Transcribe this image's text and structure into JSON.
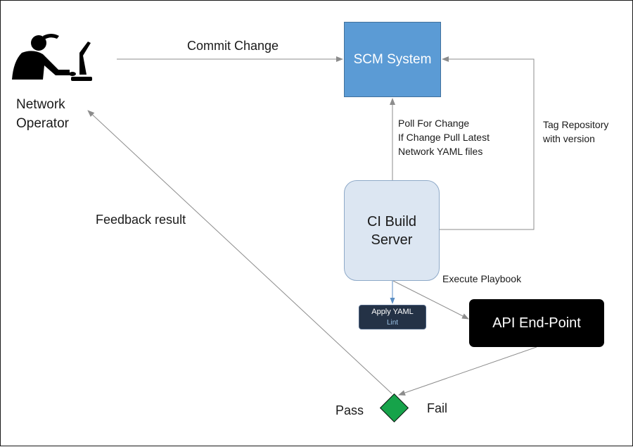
{
  "nodes": {
    "operator": {
      "line1": "Network",
      "line2": "Operator",
      "icon": "person-at-computer-icon"
    },
    "scm": {
      "label": "SCM System"
    },
    "ci": {
      "line1": "CI Build",
      "line2": "Server"
    },
    "lint": {
      "line1": "Apply YAML",
      "line2": "Lint"
    },
    "api": {
      "label": "API End-Point"
    },
    "decision": {
      "pass_label": "Pass",
      "fail_label": "Fail"
    }
  },
  "edges": {
    "commit": "Commit Change",
    "poll": [
      "Poll For Change",
      "If Change Pull Latest",
      "Network YAML files"
    ],
    "tag": [
      "Tag Repository",
      "with version"
    ],
    "execute": "Execute Playbook",
    "feedback": "Feedback result"
  },
  "colors": {
    "scm_fill": "#5b9bd5",
    "ci_fill": "#dce6f2",
    "lint_fill": "#243246",
    "api_fill": "#000000",
    "decision_fill": "#16a34a",
    "connector": "#8c8c8c"
  }
}
